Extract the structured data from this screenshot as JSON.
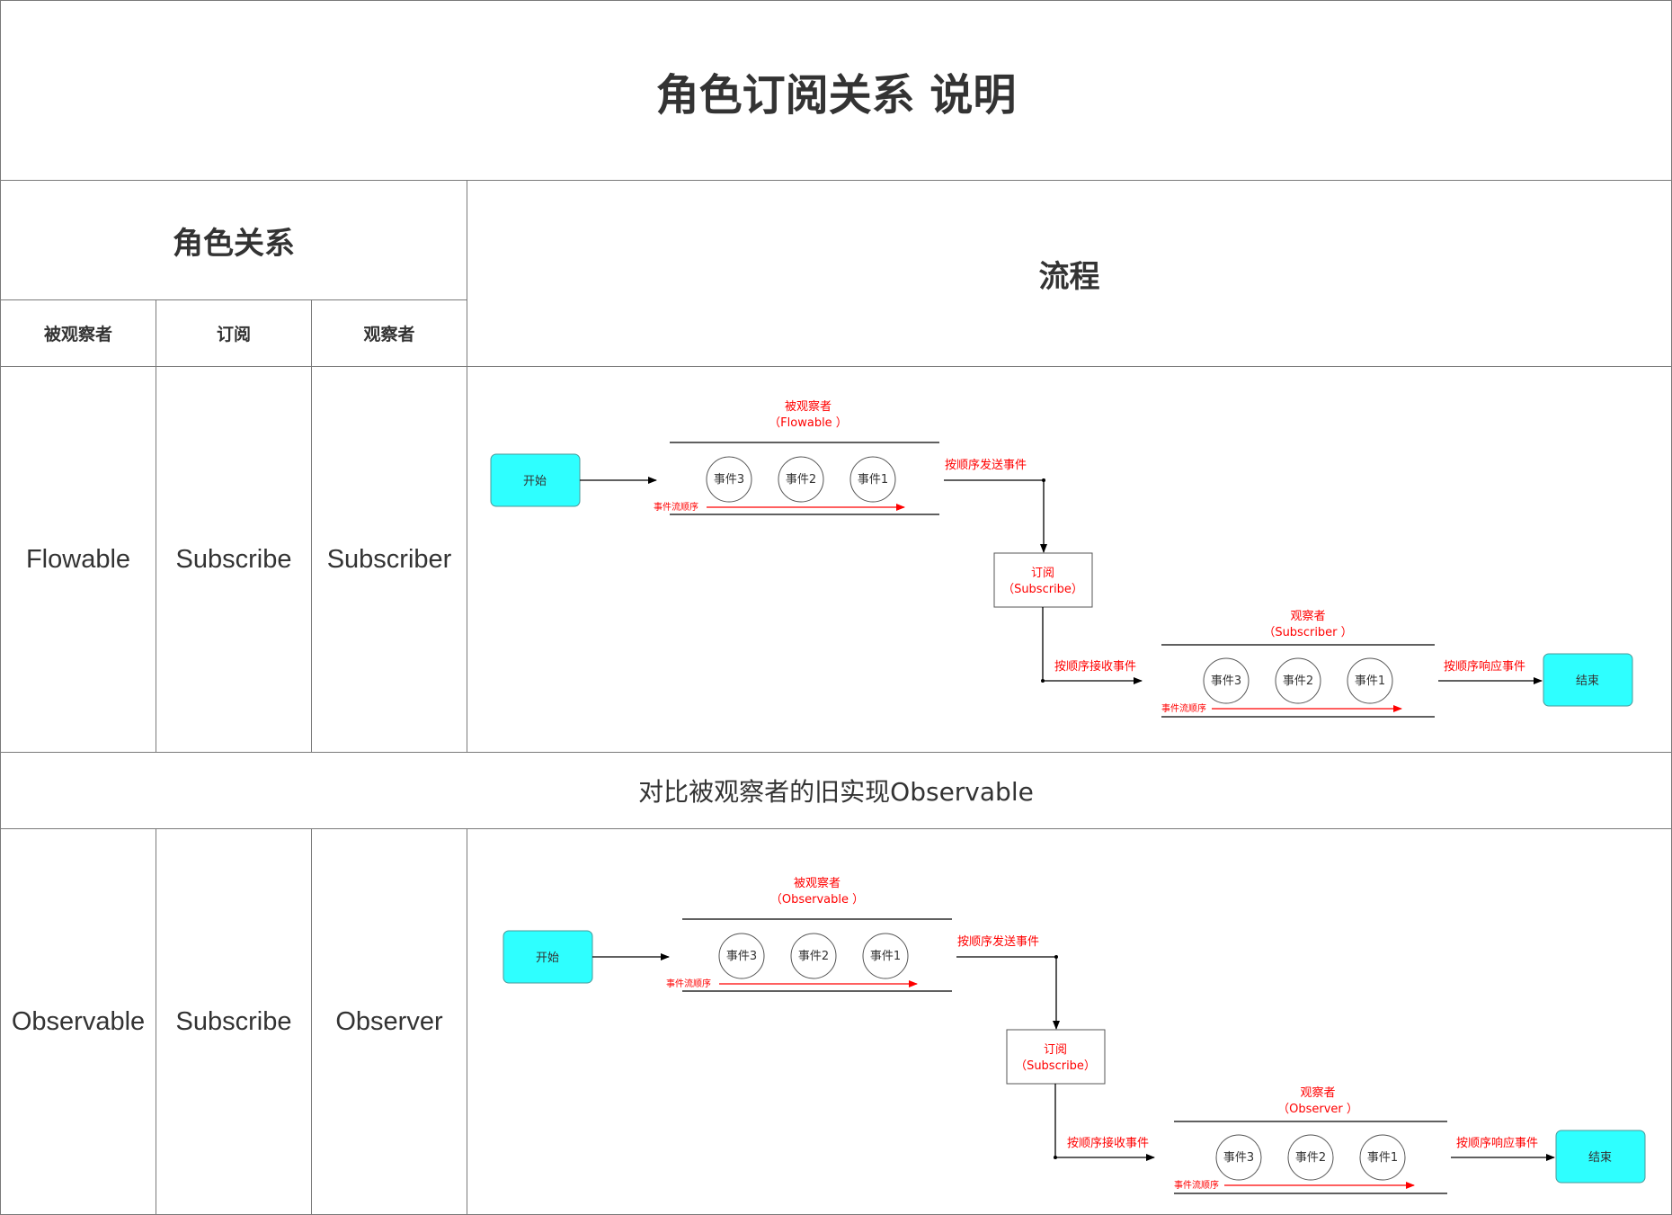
{
  "title": "角色订阅关系 说明",
  "roles_header": "角色关系",
  "process_header": "流程",
  "columns": [
    "被观察者",
    "订阅",
    "观察者"
  ],
  "row1": [
    "Flowable",
    "Subscribe",
    "Subscriber"
  ],
  "compare_title": "对比被观察者的旧实现Observable",
  "row2": [
    "Observable",
    "Subscribe",
    "Observer"
  ],
  "flows": [
    {
      "start": "开始",
      "end": "结束",
      "producer_label": "被观察者",
      "producer_sub": "（Flowable ）",
      "events": [
        "事件3",
        "事件2",
        "事件1"
      ],
      "flow_order": "事件流顺序",
      "send": "按顺序发送事件",
      "subscribe_label": "订阅",
      "subscribe_sub": "（Subscribe）",
      "receive": "按顺序接收事件",
      "consumer_label": "观察者",
      "consumer_sub": "（Subscriber ）",
      "respond": "按顺序响应事件"
    },
    {
      "start": "开始",
      "end": "结束",
      "producer_label": "被观察者",
      "producer_sub": "（Observable ）",
      "events": [
        "事件3",
        "事件2",
        "事件1"
      ],
      "flow_order": "事件流顺序",
      "send": "按顺序发送事件",
      "subscribe_label": "订阅",
      "subscribe_sub": "（Subscribe）",
      "receive": "按顺序接收事件",
      "consumer_label": "观察者",
      "consumer_sub": "（Observer ）",
      "respond": "按顺序响应事件"
    }
  ],
  "colors": {
    "terminal_fill": "#2effff",
    "label_red": "#ff0000",
    "border": "#7a7a7a"
  }
}
